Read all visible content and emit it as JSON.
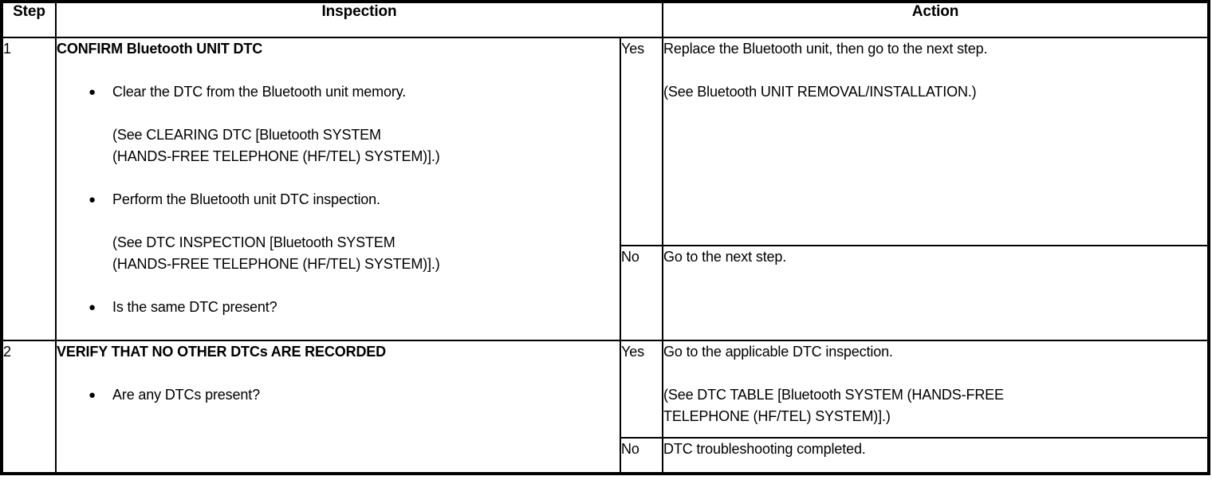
{
  "colors": {
    "ink": "#000000",
    "paper": "#ffffff"
  },
  "icons": {
    "bullet": "●"
  },
  "table": {
    "headers": {
      "step": "Step",
      "inspection": "Inspection",
      "action": "Action"
    },
    "rows": [
      {
        "step": "1",
        "inspection": {
          "title": "CONFIRM Bluetooth UNIT DTC",
          "items": [
            {
              "kind": "bullet",
              "lines": [
                "Clear the DTC from the Bluetooth unit memory."
              ]
            },
            {
              "kind": "reference",
              "lines": [
                "(See CLEARING DTC [Bluetooth SYSTEM",
                "(HANDS-FREE TELEPHONE (HF/TEL) SYSTEM)].)"
              ]
            },
            {
              "kind": "bullet",
              "lines": [
                "Perform the Bluetooth unit DTC inspection."
              ]
            },
            {
              "kind": "reference",
              "lines": [
                "(See DTC INSPECTION [Bluetooth SYSTEM",
                "(HANDS-FREE TELEPHONE (HF/TEL) SYSTEM)].)"
              ]
            },
            {
              "kind": "bullet",
              "lines": [
                "Is the same DTC present?"
              ]
            }
          ]
        },
        "branches": [
          {
            "label": "Yes",
            "action": [
              {
                "lines": [
                  "Replace the Bluetooth unit, then go to the next step."
                ]
              },
              {
                "lines": [
                  "(See Bluetooth UNIT REMOVAL/INSTALLATION.)"
                ]
              }
            ]
          },
          {
            "label": "No",
            "action": [
              {
                "lines": [
                  "Go to the next step."
                ]
              }
            ]
          }
        ]
      },
      {
        "step": "2",
        "inspection": {
          "title": "VERIFY THAT NO OTHER DTCs ARE RECORDED",
          "items": [
            {
              "kind": "bullet",
              "lines": [
                "Are any DTCs present?"
              ]
            }
          ]
        },
        "branches": [
          {
            "label": "Yes",
            "action": [
              {
                "lines": [
                  "Go to the applicable DTC inspection."
                ]
              },
              {
                "lines": [
                  "(See DTC TABLE [Bluetooth SYSTEM (HANDS-FREE",
                  "TELEPHONE (HF/TEL) SYSTEM)].)"
                ]
              }
            ]
          },
          {
            "label": "No",
            "action": [
              {
                "lines": [
                  "DTC troubleshooting completed."
                ]
              }
            ]
          }
        ]
      }
    ]
  }
}
